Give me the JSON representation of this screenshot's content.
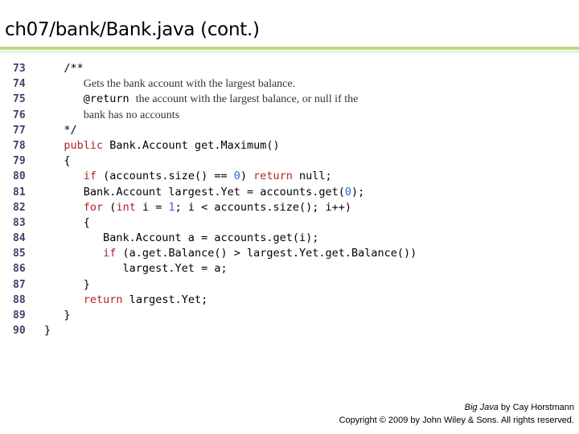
{
  "header": {
    "title": "ch07/bank/Bank.java (cont.)"
  },
  "code_lines": [
    {
      "n": "73",
      "segs": [
        {
          "t": "   /**",
          "c": "cm"
        }
      ]
    },
    {
      "n": "74",
      "segs": [
        {
          "t": "      ",
          "c": "cm"
        },
        {
          "t": "Gets the bank account with the largest balance.",
          "c": "doc"
        }
      ]
    },
    {
      "n": "75",
      "segs": [
        {
          "t": "      @return ",
          "c": "cm"
        },
        {
          "t": "the account with the largest balance, or null if the",
          "c": "doc"
        }
      ]
    },
    {
      "n": "76",
      "segs": [
        {
          "t": "      ",
          "c": "cm"
        },
        {
          "t": "bank has no accounts",
          "c": "doc"
        }
      ]
    },
    {
      "n": "77",
      "segs": [
        {
          "t": "   */",
          "c": "cm"
        }
      ]
    },
    {
      "n": "78",
      "segs": [
        {
          "t": "   ",
          "c": "cm"
        },
        {
          "t": "public",
          "c": "kw"
        },
        {
          "t": " Bank.Account get.Maximum()",
          "c": "cm"
        }
      ]
    },
    {
      "n": "79",
      "segs": [
        {
          "t": "   {",
          "c": "cm"
        }
      ]
    },
    {
      "n": "80",
      "segs": [
        {
          "t": "      ",
          "c": "cm"
        },
        {
          "t": "if",
          "c": "kw"
        },
        {
          "t": " (accounts.size() == ",
          "c": "cm"
        },
        {
          "t": "0",
          "c": "num"
        },
        {
          "t": ") ",
          "c": "cm"
        },
        {
          "t": "return",
          "c": "kw"
        },
        {
          "t": " null;",
          "c": "cm"
        }
      ]
    },
    {
      "n": "81",
      "segs": [
        {
          "t": "      Bank.Account largest.Yet = accounts.get(",
          "c": "cm"
        },
        {
          "t": "0",
          "c": "num"
        },
        {
          "t": ");",
          "c": "cm"
        }
      ]
    },
    {
      "n": "82",
      "segs": [
        {
          "t": "      ",
          "c": "cm"
        },
        {
          "t": "for",
          "c": "kw"
        },
        {
          "t": " (",
          "c": "cm"
        },
        {
          "t": "int",
          "c": "kw"
        },
        {
          "t": " i = ",
          "c": "cm"
        },
        {
          "t": "1",
          "c": "num"
        },
        {
          "t": "; i < accounts.size(); i++)",
          "c": "cm"
        }
      ]
    },
    {
      "n": "83",
      "segs": [
        {
          "t": "      {",
          "c": "cm"
        }
      ]
    },
    {
      "n": "84",
      "segs": [
        {
          "t": "         Bank.Account a = accounts.get(i);",
          "c": "cm"
        }
      ]
    },
    {
      "n": "85",
      "segs": [
        {
          "t": "         ",
          "c": "cm"
        },
        {
          "t": "if",
          "c": "kw"
        },
        {
          "t": " (a.get.Balance() > largest.Yet.get.Balance())",
          "c": "cm"
        }
      ]
    },
    {
      "n": "86",
      "segs": [
        {
          "t": "            largest.Yet = a;",
          "c": "cm"
        }
      ]
    },
    {
      "n": "87",
      "segs": [
        {
          "t": "      }",
          "c": "cm"
        }
      ]
    },
    {
      "n": "88",
      "segs": [
        {
          "t": "      ",
          "c": "cm"
        },
        {
          "t": "return",
          "c": "kw"
        },
        {
          "t": " largest.Yet;",
          "c": "cm"
        }
      ]
    },
    {
      "n": "89",
      "segs": [
        {
          "t": "   }",
          "c": "cm"
        }
      ]
    },
    {
      "n": "90",
      "segs": [
        {
          "t": "}",
          "c": "cm"
        }
      ]
    }
  ],
  "footer": {
    "book": "Big Java",
    "author": " by Cay Horstmann",
    "copyright": "Copyright © 2009 by John Wiley & Sons.  All rights reserved."
  }
}
